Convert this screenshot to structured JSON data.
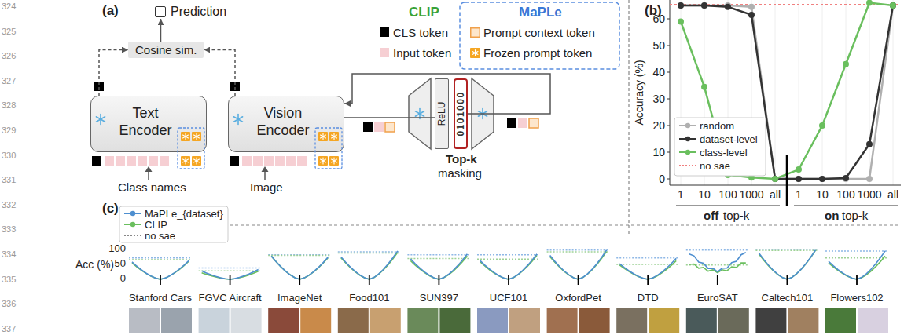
{
  "diagram": {
    "nodes": [
      {
        "text": [
          "Prediction"
        ]
      },
      {
        "text": [
          "Cosine sim."
        ]
      },
      {
        "text": [
          "Text Encoder"
        ]
      },
      {
        "text": [
          "Vision Encoder"
        ]
      },
      {
        "text": [
          "ReLU"
        ]
      },
      {
        "text": [
          "0101000"
        ]
      }
    ],
    "edges": [
      {
        "from": 1,
        "to": 0,
        "arrow": "to"
      },
      {
        "from": 2,
        "to": 1,
        "arrow": "to"
      },
      {
        "from": 3,
        "to": 1,
        "arrow": "to"
      },
      {
        "from": 3,
        "to": 4,
        "arrow": "none"
      },
      {
        "from": 5,
        "to": 3,
        "arrow": "to"
      }
    ],
    "labels": [
      "324",
      "325",
      "326",
      "327",
      "328",
      "329",
      "330",
      "331",
      "332",
      "333",
      "334",
      "335",
      "336",
      "337",
      "(a)",
      "CLIP",
      "MaPLe",
      "Class names",
      "Image",
      "Top-k",
      "masking",
      "(b)",
      "Accuracy (%)",
      "60",
      "50",
      "40",
      "30",
      "20",
      "10",
      "0",
      "1",
      "10",
      "100",
      "1000",
      "all",
      "1",
      "10",
      "100",
      "1000",
      "all",
      "off",
      "top-k",
      "on",
      "top-k",
      "(c)",
      "Acc (%)",
      "100",
      "50",
      "0",
      "Stanford Cars",
      "FGVC Aircraft",
      "ImageNet",
      "Food101",
      "SUN397",
      "UCF101",
      "OxfordPet",
      "DTD",
      "EuroSAT",
      "Caltech101",
      "Flowers102"
    ],
    "legend": [
      {
        "text": "CLS token",
        "color": "#000000"
      },
      {
        "text": "Input token",
        "color": "#f6cfd3"
      },
      {
        "text": "Prompt context token"
      },
      {
        "text": "Frozen prompt token"
      },
      {
        "text": "random"
      },
      {
        "text": "dataset-level"
      },
      {
        "text": "class-level"
      },
      {
        "text": "no sae"
      },
      {
        "text": "MaPLe_{dataset}"
      },
      {
        "text": "CLIP"
      },
      {
        "text": "no sae"
      }
    ]
  }
}
